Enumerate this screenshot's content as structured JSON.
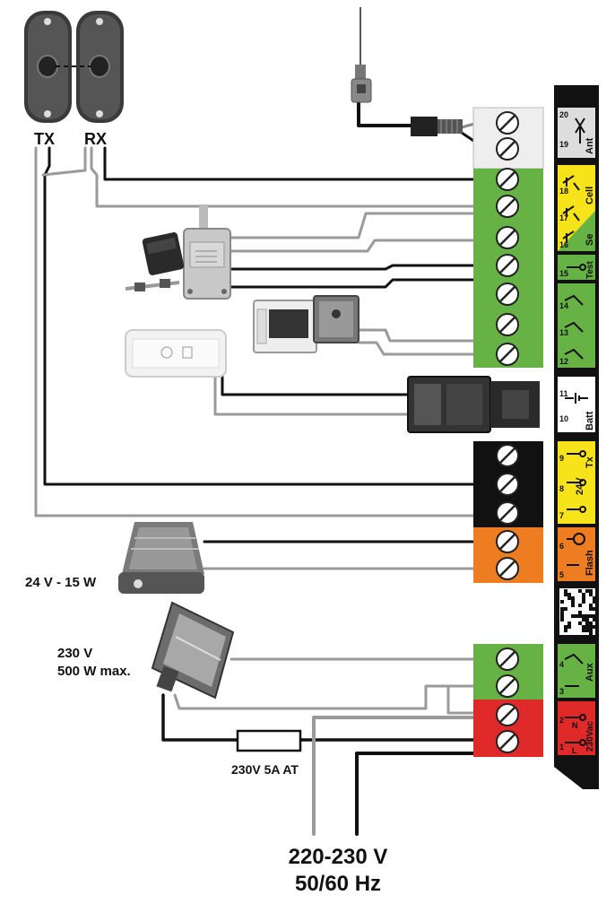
{
  "labels": {
    "tx": "TX",
    "rx": "RX",
    "flash_rating": "24 V - 15 W",
    "lamp_voltage": "230 V",
    "lamp_power": "500 W max.",
    "fuse": "230V 5A AT",
    "mains_voltage": "220-230 V",
    "mains_freq": "50/60 Hz"
  },
  "terminals": {
    "antenna": {
      "name": "Ant",
      "pins": [
        "20",
        "19"
      ]
    },
    "cell": {
      "name": "Cell",
      "alt": "Se",
      "pins": [
        "18",
        "17",
        "16"
      ]
    },
    "test": {
      "name": "Test",
      "pins": [
        "15"
      ]
    },
    "stop": {
      "pins": [
        "14",
        "13",
        "12"
      ]
    },
    "batt": {
      "name": "Batt",
      "pins": [
        "11",
        "10"
      ]
    },
    "power": {
      "name": "Tx",
      "alt": "24V",
      "pins": [
        "9",
        "8",
        "7"
      ]
    },
    "flash": {
      "name": "Flash",
      "pins": [
        "6",
        "5"
      ]
    },
    "aux": {
      "name": "Aux",
      "pins": [
        "4",
        "3"
      ]
    },
    "mains": {
      "name": "230Vac",
      "pins": [
        "2",
        "1"
      ],
      "pin_letters": [
        "N",
        "L"
      ]
    }
  },
  "colors": {
    "green": "#66b245",
    "black": "#111111",
    "orange": "#ee7d22",
    "red": "#e02a2a",
    "yellow": "#f7e31a",
    "white_block": "#eeeeee",
    "wire_grey": "#9a9a9a",
    "wire_black": "#111111"
  }
}
